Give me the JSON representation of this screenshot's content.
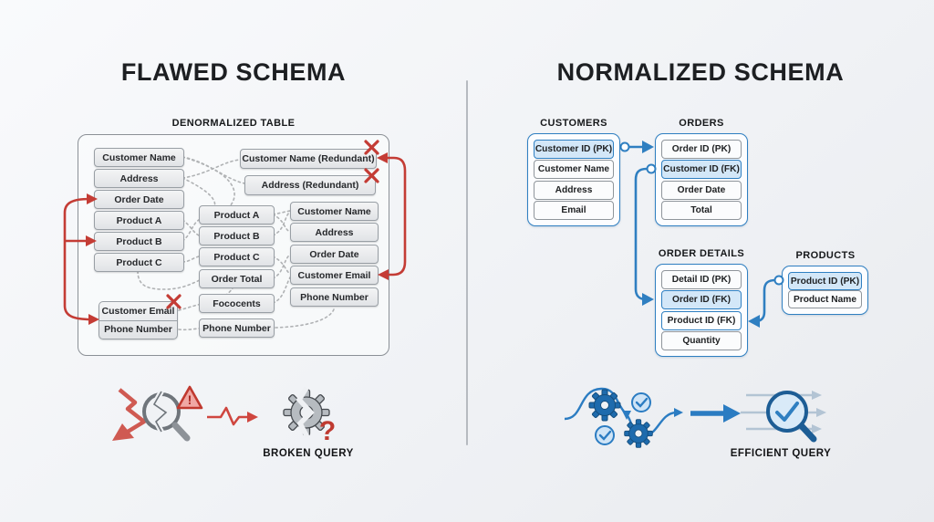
{
  "left": {
    "title": "FLAWED SCHEMA",
    "table_label": "DENORMALIZED TABLE",
    "col1": [
      "Customer Name",
      "Address",
      "Order Date",
      "Product A",
      "Product B",
      "Product C"
    ],
    "contact_box": [
      "Customer Email",
      "Phone Number"
    ],
    "col2": [
      "Product A",
      "Product B",
      "Product C",
      "Order Total",
      "Fococents",
      "Phone Number"
    ],
    "redundant": [
      "Customer Name (Redundant)",
      "Address (Redundant)"
    ],
    "col3": [
      "Customer Name",
      "Address",
      "Order Date",
      "Customer Email",
      "Phone Number"
    ],
    "warning_mark": "!",
    "question_mark": "?",
    "caption": "BROKEN QUERY"
  },
  "right": {
    "title": "NORMALIZED SCHEMA",
    "customers": {
      "name": "CUSTOMERS",
      "rows": [
        "Customer ID (PK)",
        "Customer Name",
        "Address",
        "Email"
      ]
    },
    "orders": {
      "name": "ORDERS",
      "rows": [
        "Order ID (PK)",
        "Customer ID (FK)",
        "Order Date",
        "Total"
      ]
    },
    "order_details": {
      "name": "ORDER DETAILS",
      "rows": [
        "Detail ID (PK)",
        "Order ID (FK)",
        "Product ID (FK)",
        "Quantity"
      ]
    },
    "products": {
      "name": "PRODUCTS",
      "rows": [
        "Product ID (PK)",
        "Product Name"
      ]
    },
    "caption": "EFFICIENT QUERY"
  },
  "icons": {
    "left": [
      "crash-zigzag-arrow",
      "broken-magnifier",
      "warning-triangle",
      "pulse-arrow",
      "broken-gear",
      "question-mark"
    ],
    "right": [
      "flow-curve",
      "gear",
      "gear",
      "check-circle",
      "check-circle",
      "forward-arrow",
      "efficient-magnifier",
      "throughput-arrows"
    ]
  },
  "colors": {
    "accent_red": "#c43c35",
    "accent_blue": "#2f7fc1",
    "highlight_blue": "#d3e7f8",
    "divider_gray": "#b6bac0"
  }
}
